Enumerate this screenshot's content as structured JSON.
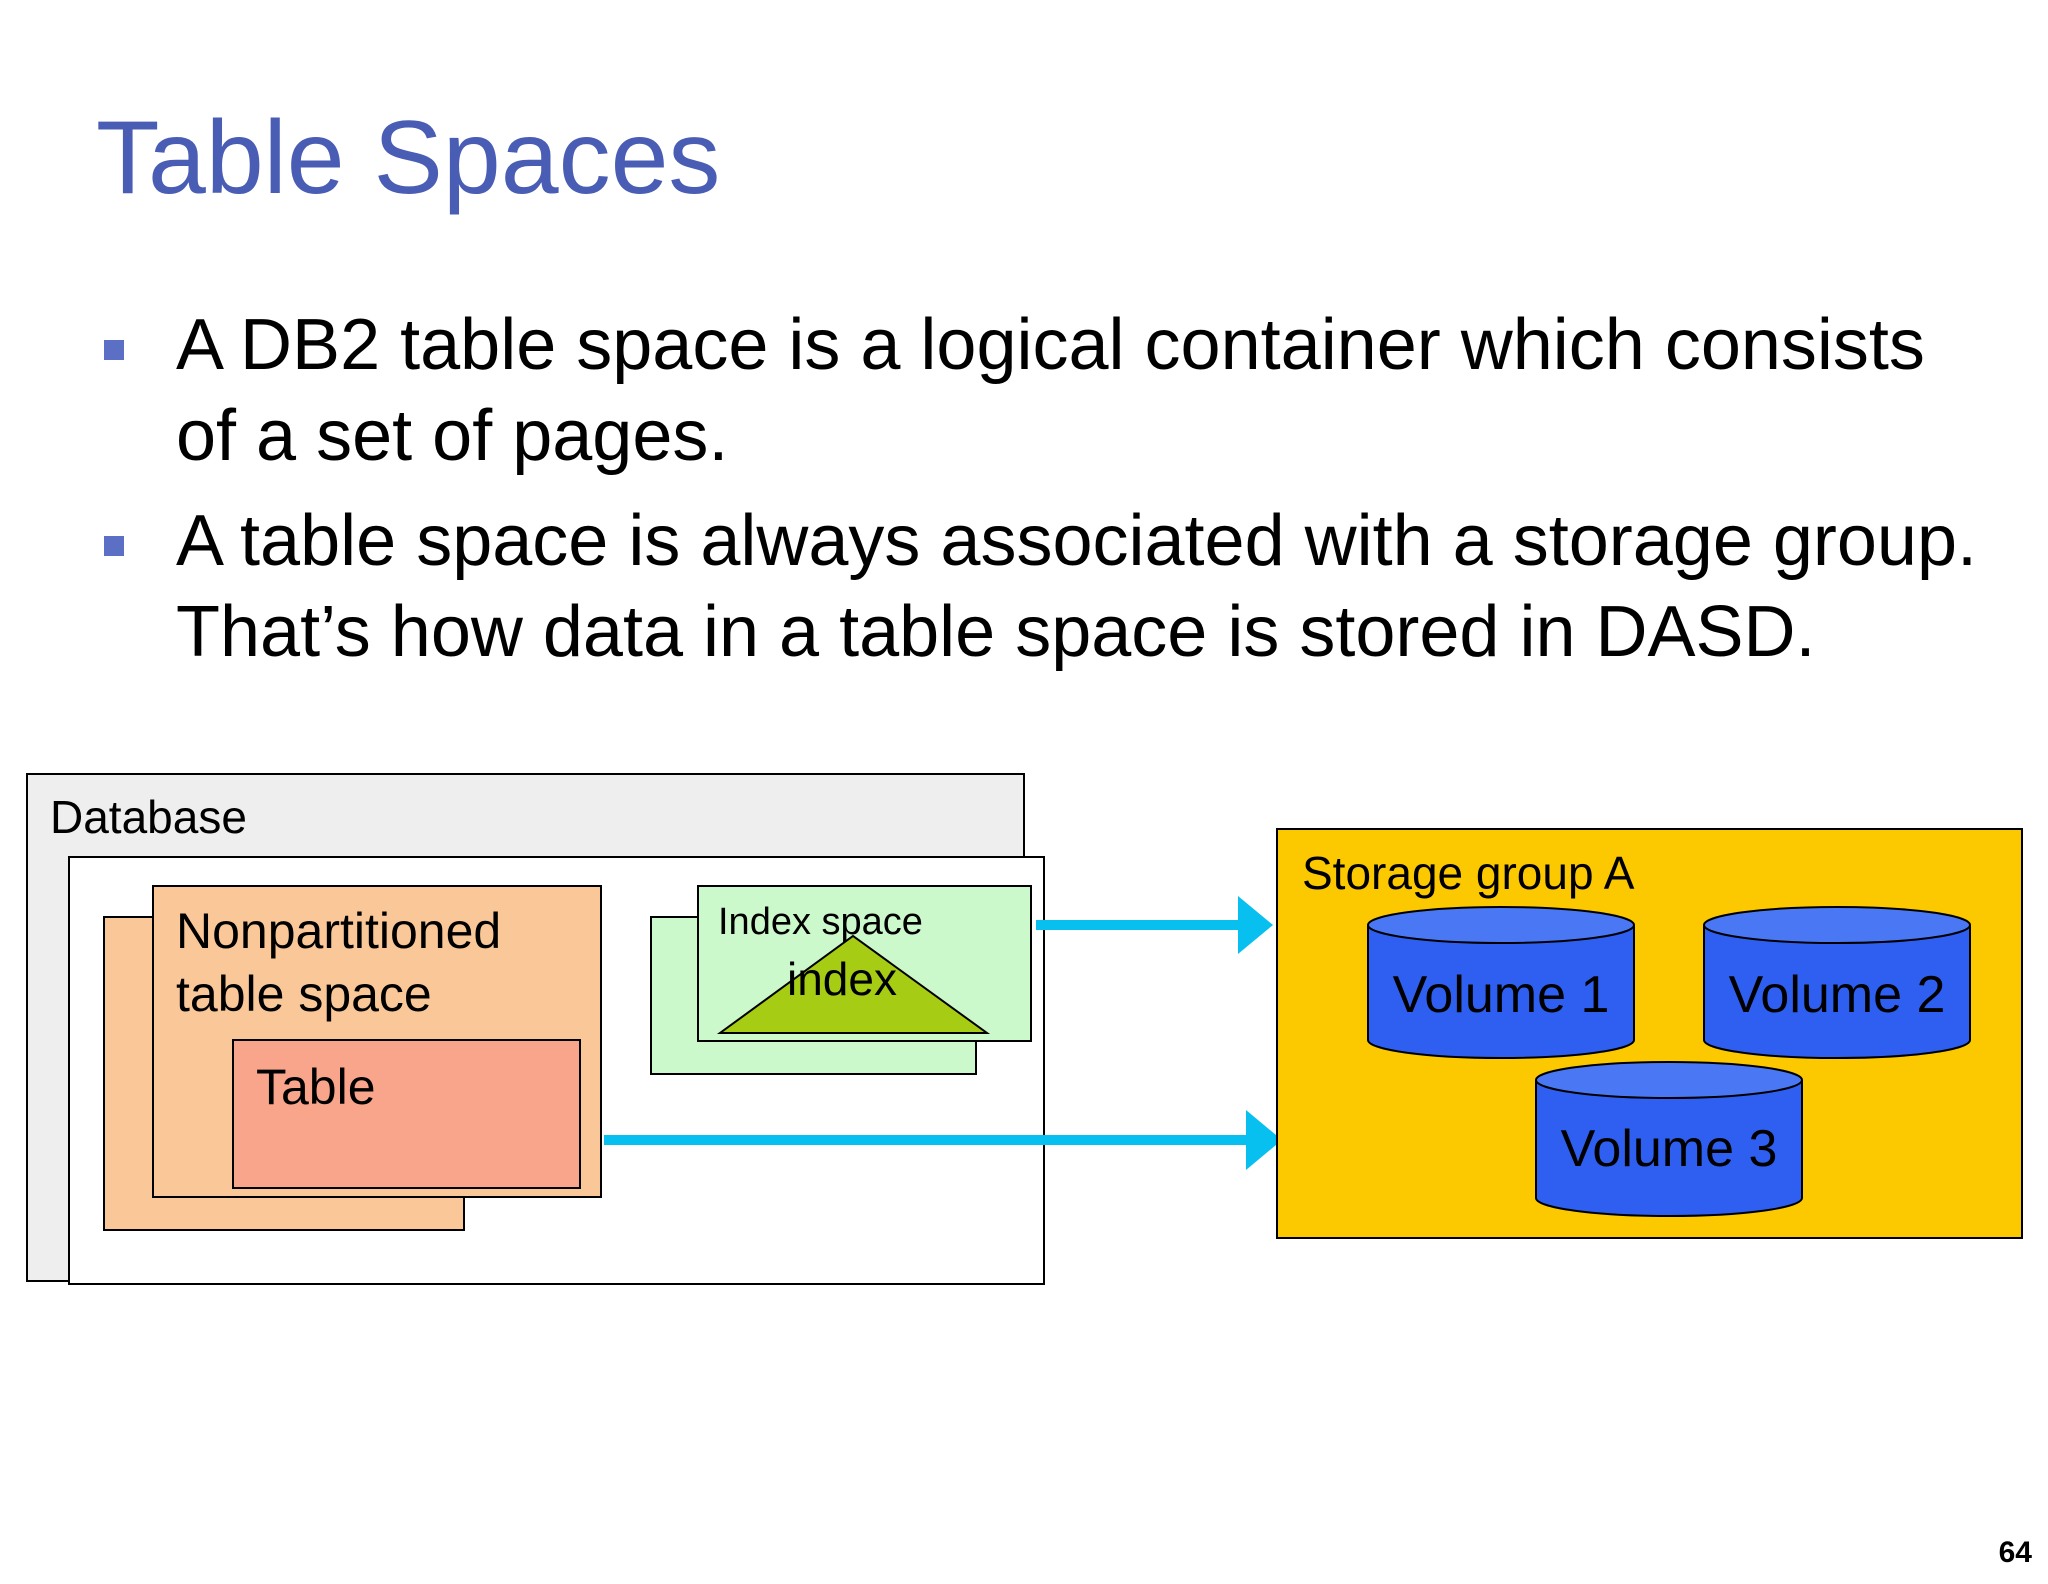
{
  "slide": {
    "title": "Table Spaces",
    "bullets": [
      "A DB2 table space is a logical container which consists of a set of pages.",
      "A table space is always associated with a storage group. That’s how data in a table space is stored in DASD."
    ],
    "page_number": "64"
  },
  "diagram": {
    "database_label": "Database",
    "tablespace_label_line1": "Nonpartitioned",
    "tablespace_label_line2": "table space",
    "table_label": "Table",
    "index_space_label": "Index space",
    "index_label": "index",
    "storage_group_label": "Storage group A",
    "volumes": [
      "Volume 1",
      "Volume 2",
      "Volume 3"
    ]
  },
  "colors": {
    "title": "#4a5db4",
    "bullet_marker": "#5b6fc4",
    "database_fill": "#eeeeee",
    "tablespace_fill": "#fac898",
    "table_fill": "#f9a58c",
    "index_space_fill": "#ccf9cc",
    "index_triangle": "#a6cc14",
    "storage_group_fill": "#fcc800",
    "volume_fill": "#2e5ff0",
    "arrow": "#08c0f0"
  }
}
